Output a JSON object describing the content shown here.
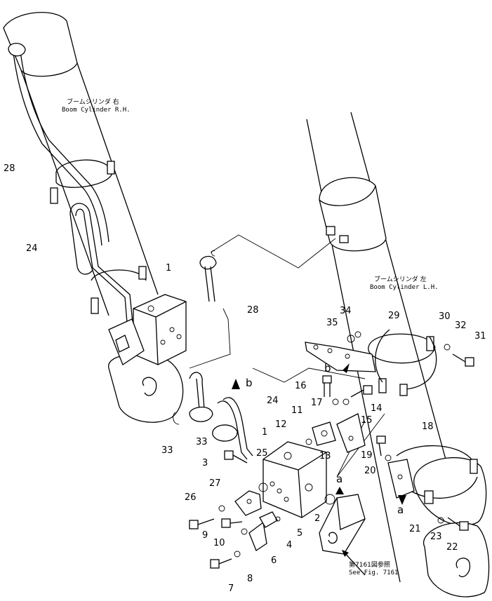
{
  "annotations": {
    "rh_jp": "ブームシリンダ 右",
    "rh_en": "Boom  Cylinder  R.H.",
    "lh_jp": "ブームシリンダ 左",
    "lh_en": "Boom  Cylinder  L.H.",
    "ref_jp": "第7161図参照",
    "ref_en": "See  Fig.  7161"
  },
  "callouts": {
    "b1": "b",
    "b2": "b",
    "a1": "a",
    "a2": "a"
  },
  "part_numbers": [
    "1",
    "1",
    "2",
    "3",
    "4",
    "5",
    "6",
    "7",
    "8",
    "9",
    "10",
    "11",
    "12",
    "13",
    "14",
    "15",
    "16",
    "17",
    "18",
    "19",
    "20",
    "21",
    "22",
    "23",
    "24",
    "24",
    "25",
    "26",
    "27",
    "28",
    "28",
    "29",
    "30",
    "31",
    "32",
    "33",
    "33",
    "34",
    "35"
  ]
}
